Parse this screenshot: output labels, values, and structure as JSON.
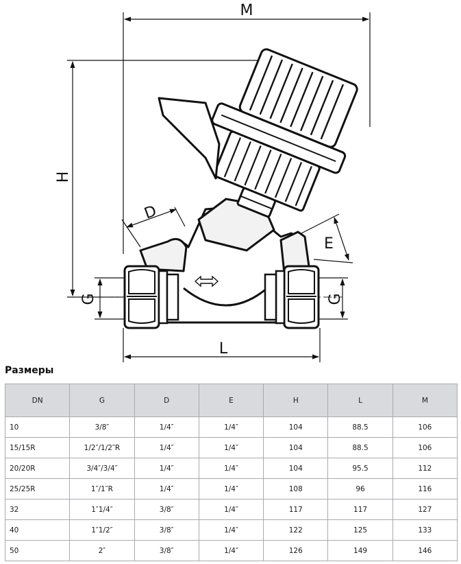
{
  "drawing": {
    "labels": {
      "m": "M",
      "h": "H",
      "d": "D",
      "e": "E",
      "g_left": "G",
      "g_right": "G",
      "l": "L"
    }
  },
  "section": {
    "title": "Размеры"
  },
  "table": {
    "headers": [
      "DN",
      "G",
      "D",
      "E",
      "H",
      "L",
      "M"
    ],
    "rows": [
      [
        "10",
        "3/8″",
        "1/4″",
        "1/4″",
        "104",
        "88.5",
        "106"
      ],
      [
        "15/15R",
        "1/2″/1/2″R",
        "1/4″",
        "1/4″",
        "104",
        "88.5",
        "106"
      ],
      [
        "20/20R",
        "3/4″/3/4″",
        "1/4″",
        "1/4″",
        "104",
        "95.5",
        "112"
      ],
      [
        "25/25R",
        "1″/1″R",
        "1/4″",
        "1/4″",
        "108",
        "96",
        "116"
      ],
      [
        "32",
        "1″1/4″",
        "3/8″",
        "1/4″",
        "117",
        "117",
        "127"
      ],
      [
        "40",
        "1″1/2″",
        "3/8″",
        "1/4″",
        "122",
        "125",
        "133"
      ],
      [
        "50",
        "2″",
        "3/8″",
        "1/4″",
        "126",
        "149",
        "146"
      ]
    ]
  }
}
